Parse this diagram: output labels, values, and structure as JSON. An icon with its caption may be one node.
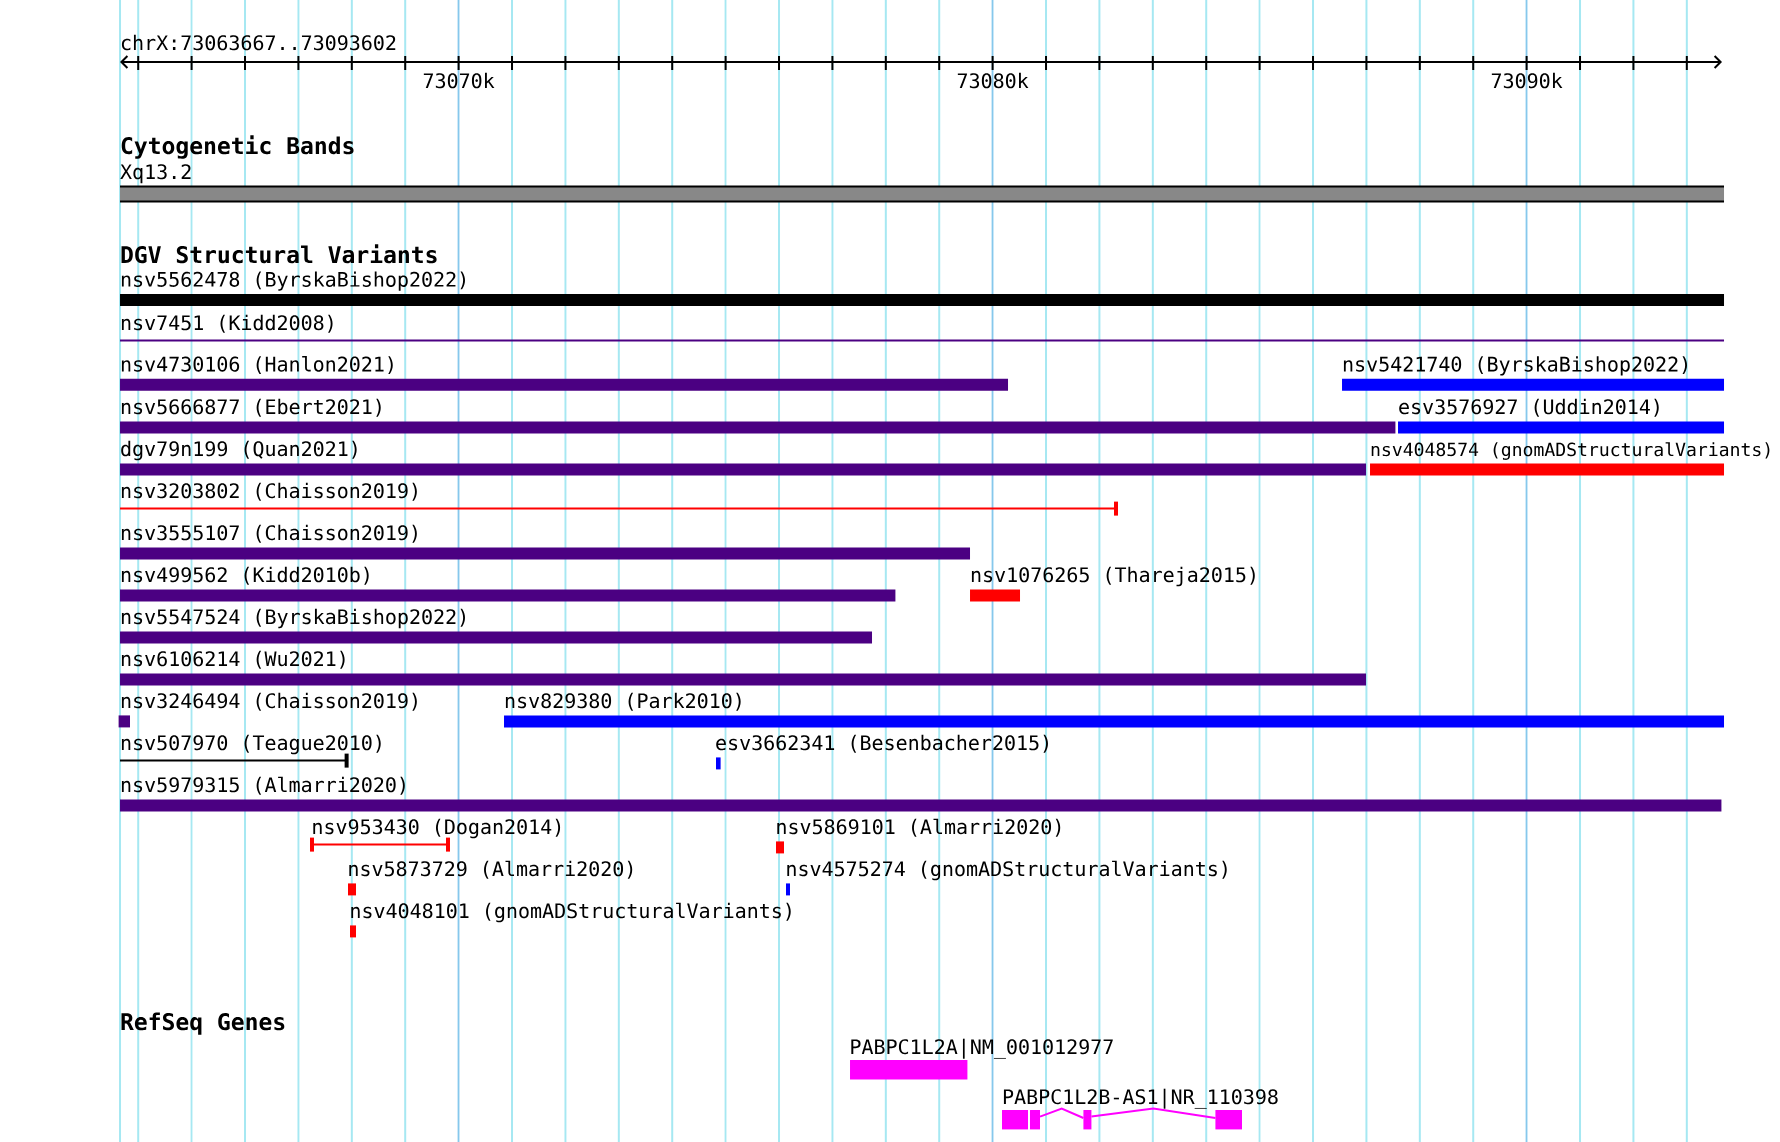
{
  "diagram": {
    "title": "chrX:73063667..73093602",
    "nodes": [
      {
        "text": [
          "Xq13.2"
        ]
      },
      {
        "text": [
          "nsv5562478 (ByrskaBishop2022)"
        ]
      },
      {
        "text": [
          "nsv7451 (Kidd2008)"
        ]
      },
      {
        "text": [
          "nsv4730106 (Hanlon2021)"
        ]
      },
      {
        "text": [
          "nsv5421740 (ByrskaBishop2022)"
        ]
      },
      {
        "text": [
          "nsv5666877 (Ebert2021)"
        ]
      },
      {
        "text": [
          "esv3576927 (Uddin2014)"
        ]
      },
      {
        "text": [
          "dgv79n199 (Quan2021)"
        ]
      },
      {
        "text": [
          "nsv4048574 (gnomADStructuralVariants)"
        ]
      },
      {
        "text": [
          "nsv3203802 (Chaisson2019)"
        ]
      },
      {
        "text": [
          "nsv3555107 (Chaisson2019)"
        ]
      },
      {
        "text": [
          "nsv499562 (Kidd2010b)"
        ]
      },
      {
        "text": [
          "nsv1076265 (Thareja2015)"
        ]
      },
      {
        "text": [
          "nsv5547524 (ByrskaBishop2022)"
        ]
      },
      {
        "text": [
          "nsv6106214 (Wu2021)"
        ]
      },
      {
        "text": [
          "nsv3246494 (Chaisson2019)"
        ]
      },
      {
        "text": [
          "nsv829380 (Park2010)"
        ]
      },
      {
        "text": [
          "nsv507970 (Teague2010)"
        ]
      },
      {
        "text": [
          "esv3662341 (Besenbacher2015)"
        ]
      },
      {
        "text": [
          "nsv5979315 (Almarri2020)"
        ]
      },
      {
        "text": [
          "nsv953430 (Dogan2014)"
        ]
      },
      {
        "text": [
          "nsv5869101 (Almarri2020)"
        ]
      },
      {
        "text": [
          "nsv5873729 (Almarri2020)"
        ]
      },
      {
        "text": [
          "nsv4575274 (gnomADStructuralVariants)"
        ]
      },
      {
        "text": [
          "nsv4048101 (gnomADStructuralVariants)"
        ]
      },
      {
        "text": [
          "PABPC1L2A|NM_001012977"
        ]
      },
      {
        "text": [
          "PABPC1L2B-AS1|NR_110398"
        ]
      }
    ],
    "labels": [
      "73070k",
      "73080k",
      "73090k",
      "Cytogenetic Bands",
      "DGV Structural Variants",
      "RefSeq Genes"
    ]
  }
}
